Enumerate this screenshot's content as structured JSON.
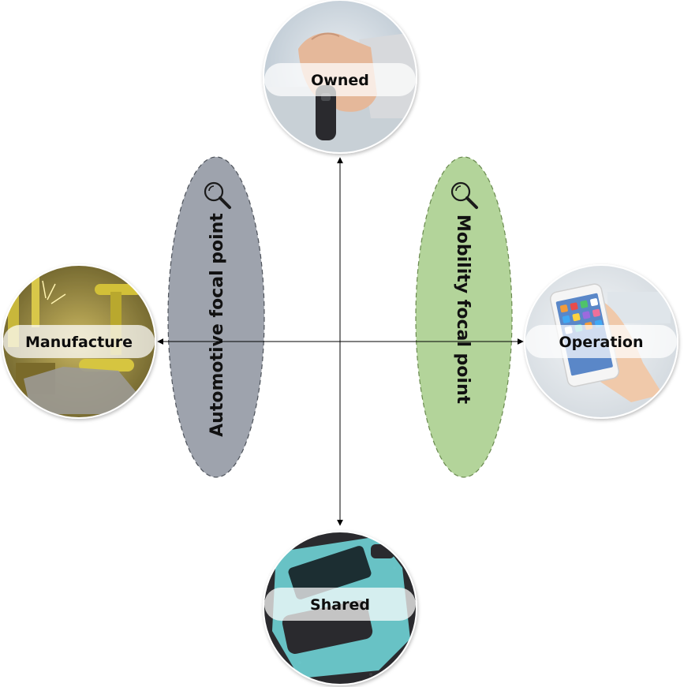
{
  "nodes": {
    "top": {
      "label": "Owned"
    },
    "bottom": {
      "label": "Shared"
    },
    "left": {
      "label": "Manufacture"
    },
    "right": {
      "label": "Operation"
    }
  },
  "focal_points": {
    "left": {
      "label": "Automotive focal point",
      "fill": "#9ea3ad",
      "icon": "magnifier-icon"
    },
    "right": {
      "label": "Mobility focal point",
      "fill": "#b3d49a",
      "icon": "magnifier-icon"
    }
  },
  "photos": {
    "top": "hand-holding-car-key",
    "bottom": "car-sharing-road-marking",
    "left": "factory-assembly-line",
    "right": "smartphone-in-hand"
  },
  "colors": {
    "axis": "#000000",
    "automotive_ellipse": "#9ea3ad",
    "mobility_ellipse": "#b3d49a",
    "ellipse_stroke": "#5a5f66",
    "label_pill": "#ffffff"
  }
}
